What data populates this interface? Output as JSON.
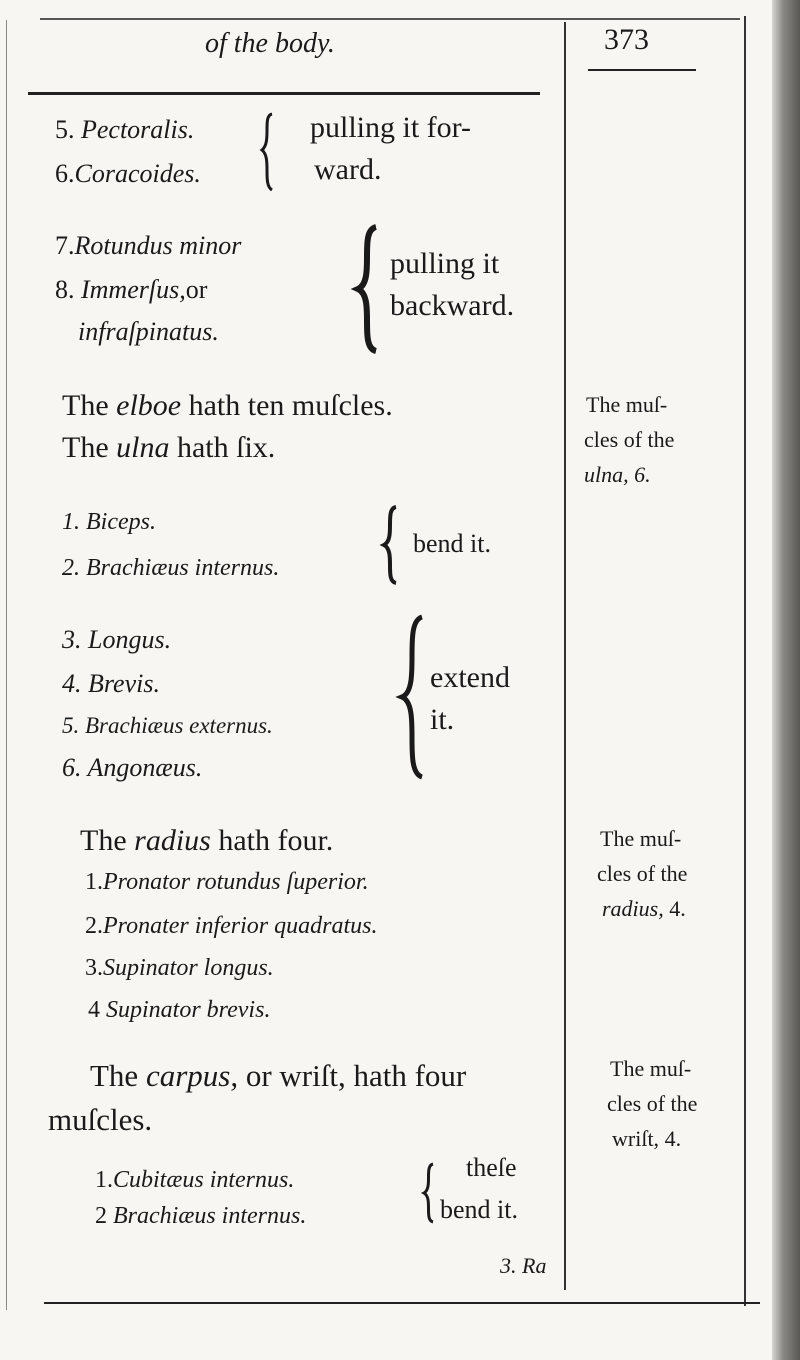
{
  "header": {
    "running_title": "of the body.",
    "page_number": "373"
  },
  "shoulder": {
    "l5_num": "5.",
    "l5": "Pectoralis.",
    "l6_num": "6.",
    "l6": "Coracoides.",
    "fwd1": "pulling it for-",
    "fwd2": "ward.",
    "l7_num": "7.",
    "l7": "Rotundus minor",
    "l8_num": "8.",
    "l8": "Immerſus,",
    "l8b": "or",
    "l8c": "infraſpinatus.",
    "back1": "pulling it",
    "back2": "backward."
  },
  "elbow": {
    "p1a": "The",
    "p1b": "elboe",
    "p1c": "hath ten muſcles.",
    "p2a": "The",
    "p2b": "ulna",
    "p2c": "hath ſix.",
    "b1": "1. Biceps.",
    "b2": "2. Brachiæus internus.",
    "bend": "bend it.",
    "e3": "3. Longus.",
    "e4": "4. Brevis.",
    "e5": "5. Brachiæus externus.",
    "e6": "6. Angonæus.",
    "ext1": "extend",
    "ext2": "it."
  },
  "radius": {
    "p1a": "The",
    "p1b": "radius",
    "p1c": "hath four.",
    "r1n": "1.",
    "r1": "Pronator rotundus ſuperior.",
    "r2n": "2.",
    "r2": "Pronater inferior quadratus.",
    "r3n": "3.",
    "r3": "Supinator longus.",
    "r4n": "4",
    "r4": "Supinator brevis."
  },
  "wrist": {
    "p1a": "The",
    "p1b": "carpus,",
    "p1c": "or wriſt, hath four",
    "p2": "muſcles.",
    "w1n": "1.",
    "w1": "Cubitæus internus.",
    "w2n": "2",
    "w2": "Brachiæus internus.",
    "these": "theſe",
    "bend": "bend it."
  },
  "margin_notes": [
    {
      "l1": "The muſ-",
      "l2": "cles of the",
      "l3a": "ulna,",
      "l3b": "6."
    },
    {
      "l1": "The muſ-",
      "l2": "cles of the",
      "l3a": "radius,",
      "l3b": "4."
    },
    {
      "l1": "The muſ-",
      "l2": "cles of the",
      "l3a": "wriſt,",
      "l3b": "4."
    }
  ],
  "catchword": "3. Ra"
}
